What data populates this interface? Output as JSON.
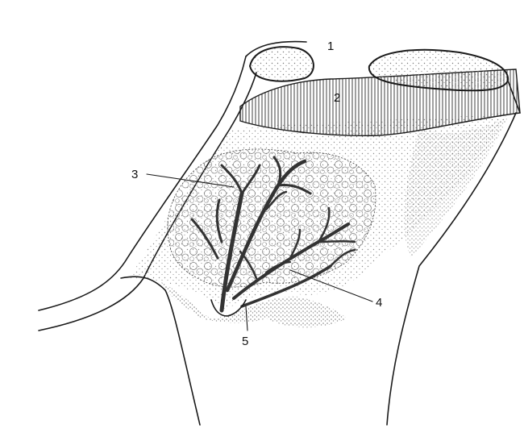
{
  "labels": [
    {
      "id": "1",
      "text": "1"
    },
    {
      "id": "2",
      "text": "2"
    },
    {
      "id": "3",
      "text": "3"
    },
    {
      "id": "4",
      "text": "4"
    },
    {
      "id": "5",
      "text": "5"
    }
  ],
  "colors": {
    "ink": "#1a1a1a",
    "paper": "#ffffff",
    "stipple": "#6a6a6a",
    "duct": "#3a3a3a"
  }
}
